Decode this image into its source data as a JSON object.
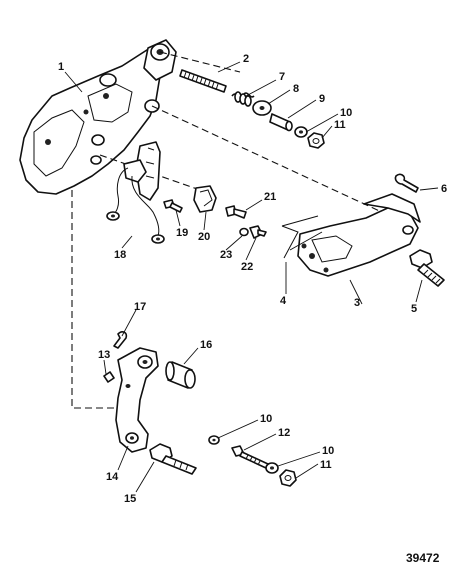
{
  "figure_number": "39472",
  "callouts": {
    "c1": "1",
    "c2": "2",
    "c3": "3",
    "c4": "4",
    "c5": "5",
    "c6": "6",
    "c7": "7",
    "c8": "8",
    "c9": "9",
    "c10a": "10",
    "c10b": "10",
    "c10c": "10",
    "c11a": "11",
    "c11b": "11",
    "c12": "12",
    "c13": "13",
    "c14": "14",
    "c15": "15",
    "c16": "16",
    "c17": "17",
    "c18": "18",
    "c19": "19",
    "c20": "20",
    "c21": "21",
    "c22": "22",
    "c23": "23"
  }
}
